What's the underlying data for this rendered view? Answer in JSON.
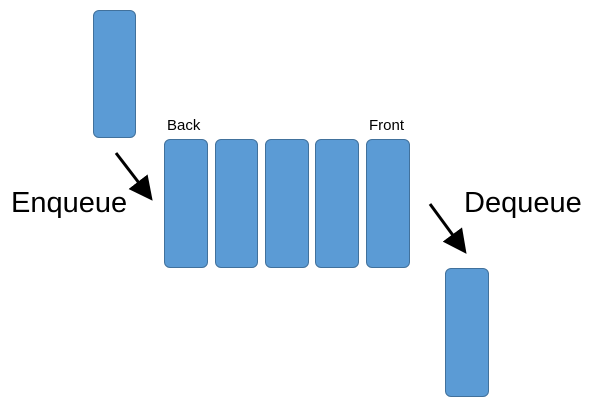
{
  "colors": {
    "block_fill": "#5b9bd5",
    "block_border": "#41719c",
    "arrow": "#000000",
    "background": "#ffffff"
  },
  "labels": {
    "back": "Back",
    "front": "Front",
    "enqueue": "Enqueue",
    "dequeue": "Dequeue"
  }
}
